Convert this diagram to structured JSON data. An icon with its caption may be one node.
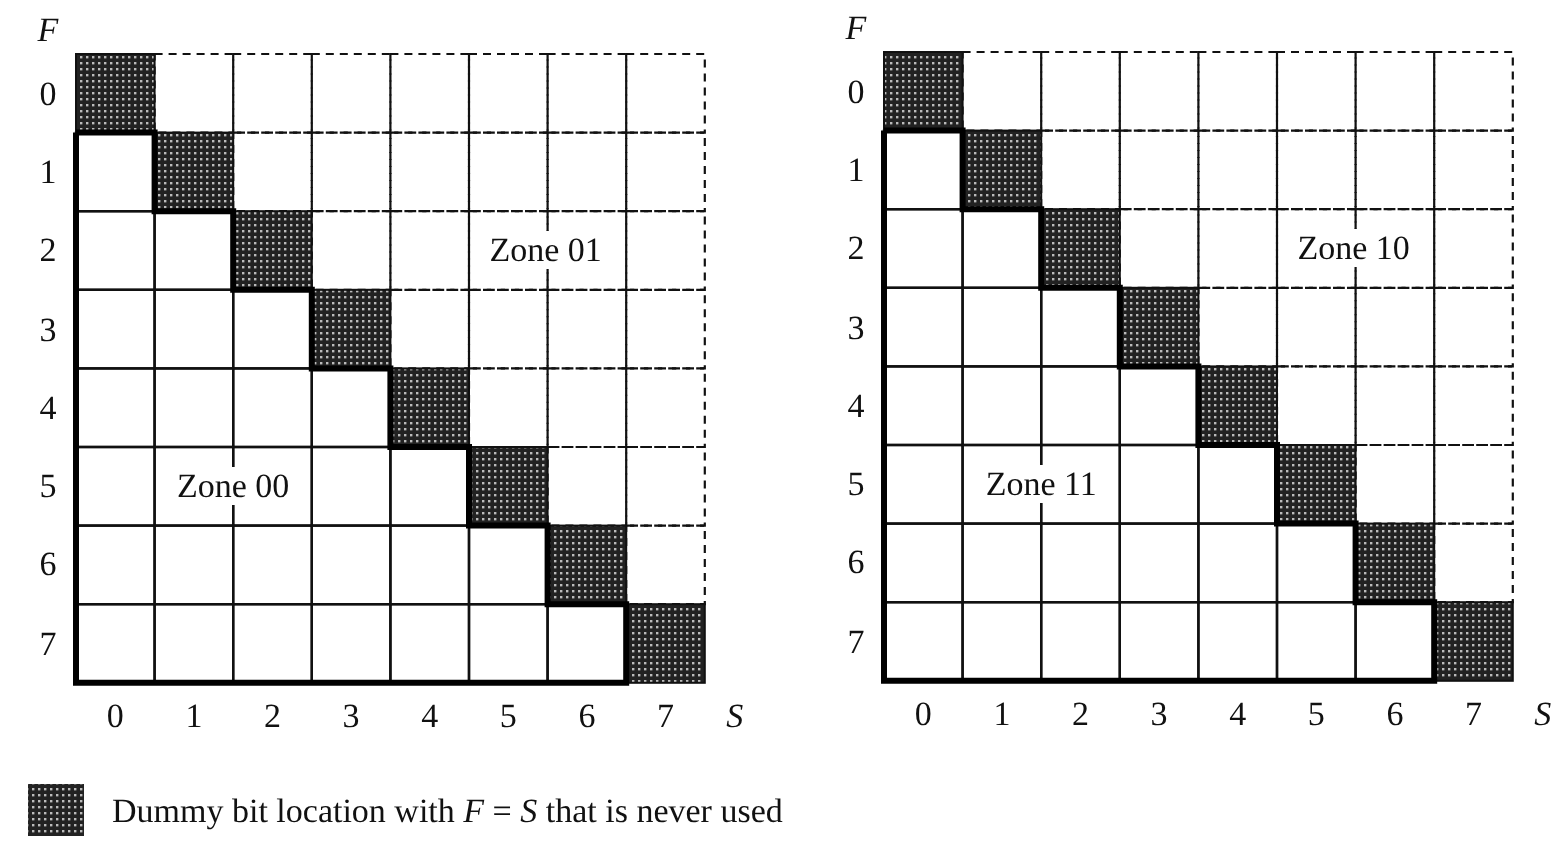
{
  "diagram": {
    "labels": [
      "F",
      "0",
      "1",
      "2",
      "3",
      "4",
      "5",
      "6",
      "7",
      "Zone 01",
      "Zone 00",
      "0",
      "1",
      "2",
      "3",
      "4",
      "5",
      "6",
      "7",
      "S",
      "F",
      "0",
      "1",
      "2",
      "3",
      "4",
      "5",
      "6",
      "7",
      "Zone 10",
      "Zone 11",
      "0",
      "1",
      "2",
      "3",
      "4",
      "5",
      "6",
      "7",
      "S"
    ],
    "legend": [
      {
        "text": "Dummy bit location with *F* = *S* that is never used"
      }
    ]
  }
}
